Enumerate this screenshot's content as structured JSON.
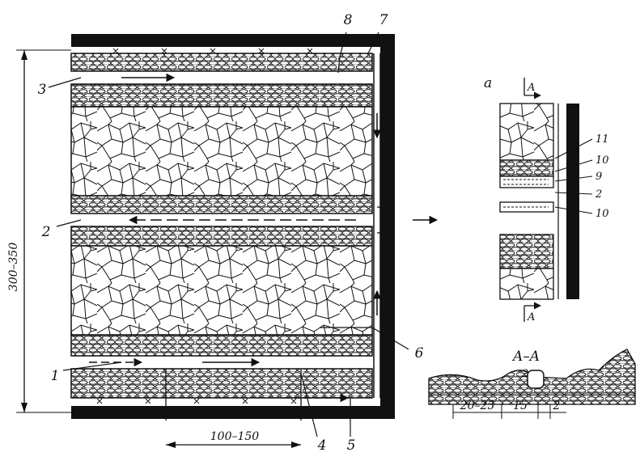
{
  "figure": {
    "leaders": [
      "1",
      "2",
      "3",
      "4",
      "5",
      "6",
      "7",
      "8"
    ],
    "dimensions": {
      "total_height": "300–350",
      "pillar_spacing": "100–150"
    },
    "section_a": {
      "title": "a",
      "cut_marks": [
        "A",
        "A"
      ],
      "callouts": [
        "11",
        "10",
        "9",
        "2",
        "10"
      ]
    },
    "section_AA": {
      "title": "A–A",
      "callout": "2",
      "dims": [
        "20–25",
        "15",
        "2"
      ]
    }
  }
}
